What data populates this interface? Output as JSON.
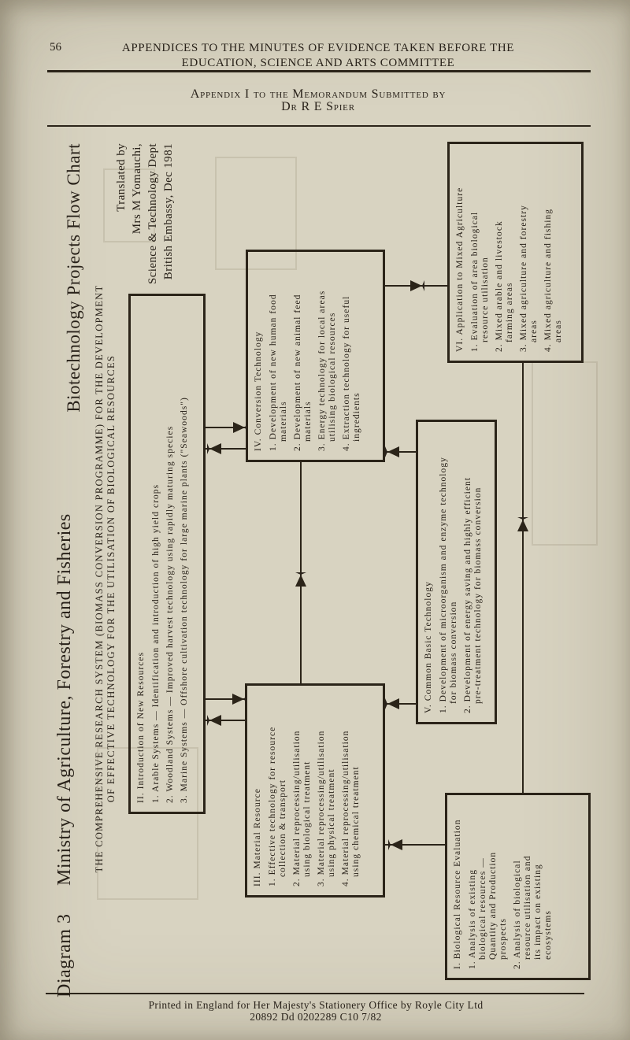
{
  "colors": {
    "paper": "#d8d3c1",
    "ink": "#2b2419"
  },
  "header": {
    "page_number": "56",
    "line1": "APPENDICES TO THE MINUTES OF EVIDENCE TAKEN BEFORE THE",
    "line2": "EDUCATION, SCIENCE AND ARTS COMMITTEE",
    "appendix_line1": "Appendix I to the Memorandum Submitted by",
    "appendix_line2": "Dr R E Spier"
  },
  "diagram": {
    "label": "Diagram 3",
    "title_left": "Ministry of Agriculture, Forestry and Fisheries",
    "title_right": "Biotechnology Projects Flow Chart",
    "subtitle_line1": "THE COMPREHENSIVE RESEARCH SYSTEM (BIOMASS CONVERSION PROGRAMME) FOR THE DEVELOPMENT",
    "subtitle_line2": "OF EFFECTIVE TECHNOLOGY FOR THE UTILISATION OF BIOLOGICAL RESOURCES",
    "credit_lines": [
      "Translated by",
      "Mrs M Yomauchi,",
      "Science & Technology Dept",
      "British Embassy, Dec 1981"
    ],
    "boxes": [
      {
        "id": "I",
        "title": "I. Biological Resource Evaluation",
        "items": [
          [
            "1. Analysis of existing",
            "biological resources —",
            "Quantity and Production",
            "prospects"
          ],
          [
            "2. Analysis of biological",
            "resource utilisation and",
            "its impact on existing",
            "ecosystems"
          ]
        ]
      },
      {
        "id": "II",
        "title": "II. Introduction of New Resources",
        "items": [
          [
            "1. Arable Systems — Identification and introduction of high yield crops"
          ],
          [
            "2. Woodland Systems — Improved harvest technology using rapidly maturing species"
          ],
          [
            "3. Marine Systems — Offshore cultivation technology for large marine plants (\"Seawoods\")"
          ]
        ]
      },
      {
        "id": "III",
        "title": "III. Material Resource",
        "items": [
          [
            "1. Effective technology for resource",
            "collection & transport"
          ],
          [
            "2. Material reprocessing/utilisation",
            "using biological treatment"
          ],
          [
            "3. Material reprocessing/utilisation",
            "using physical treatment"
          ],
          [
            "4. Material reprocessing/utilisation",
            "using chemical treatment"
          ]
        ]
      },
      {
        "id": "IV",
        "title": "IV. Conversion Technology",
        "items": [
          [
            "1. Development of new human food",
            "materials"
          ],
          [
            "2. Development of new animal feed",
            "materials"
          ],
          [
            "3. Energy technology for local areas",
            "utilising biological resources"
          ],
          [
            "4. Extraction technology for useful",
            "ingredients"
          ]
        ]
      },
      {
        "id": "V",
        "title": "V. Common Basic Technology",
        "items": [
          [
            "1. Development of microorganism and enzyme technology",
            "for biomass conversion"
          ],
          [
            "2. Development of energy saving and highly efficient",
            "pre-treatment technology for biomass conversion"
          ]
        ]
      },
      {
        "id": "VI",
        "title": "VI. Application to Mixed Agriculture",
        "items": [
          [
            "1. Evaluation of area biological",
            "resource utilisation"
          ],
          [
            "2. Mixed arable and livestock",
            "farming areas"
          ],
          [
            "3. Mixed agriculture and forestry",
            "areas"
          ],
          [
            "4. Mixed agriculture and fishing",
            "areas"
          ]
        ]
      }
    ]
  },
  "footer": {
    "imprint_line1": "Printed in England for Her Majesty's Stationery Office by Royle City Ltd",
    "imprint_line2": "20892 Dd 0202289 C10 7/82"
  }
}
